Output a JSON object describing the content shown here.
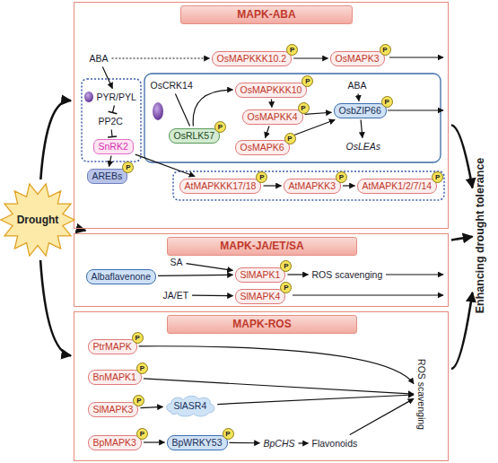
{
  "diagram": {
    "nodes": [
      {
        "text": [
          "MAPK-ABA"
        ]
      },
      {
        "text": [
          "ABA"
        ],
        "in": 0
      },
      {
        "text": [
          "OsMAPKKK10.2"
        ],
        "in": 0
      },
      {
        "text": [
          "OsMAPK3"
        ],
        "in": 0
      },
      {
        "text": [
          "PYR/PYL"
        ],
        "in": 0
      },
      {
        "text": [
          "PP2C"
        ],
        "in": 0
      },
      {
        "text": [
          "SnRK2"
        ],
        "in": 0
      },
      {
        "text": [
          "OsCRK14"
        ],
        "in": 0
      },
      {
        "text": [
          "OsRLK57"
        ],
        "in": 0
      },
      {
        "text": [
          "OsMAPKKK10"
        ],
        "in": 0
      },
      {
        "text": [
          "OsMAPKK4"
        ],
        "in": 0
      },
      {
        "text": [
          "OsMAPK6"
        ],
        "in": 0
      },
      {
        "text": [
          "ABA"
        ],
        "in": 0
      },
      {
        "text": [
          "OsbZIP66"
        ],
        "in": 0
      },
      {
        "text": [
          "OsLEAs"
        ],
        "in": 0
      },
      {
        "text": [
          "AREBs"
        ],
        "in": 0
      },
      {
        "text": [
          "AtMAPKKK17/18"
        ],
        "in": 0
      },
      {
        "text": [
          "AtMAPKK3"
        ],
        "in": 0
      },
      {
        "text": [
          "AtMAPK1/2/7/14"
        ],
        "in": 0
      },
      {
        "text": [
          "MAPK-JA/ET/SA"
        ]
      },
      {
        "text": [
          "SA"
        ],
        "in": 19
      },
      {
        "text": [
          "Albaflavenone"
        ],
        "in": 19
      },
      {
        "text": [
          "SlMAPK1"
        ],
        "in": 19
      },
      {
        "text": [
          "ROS scavenging"
        ],
        "in": 19
      },
      {
        "text": [
          "JA/ET"
        ],
        "in": 19
      },
      {
        "text": [
          "SlMAPK4"
        ],
        "in": 19
      },
      {
        "text": [
          "MAPK-ROS"
        ]
      },
      {
        "text": [
          "PtrMAPK"
        ],
        "in": 26
      },
      {
        "text": [
          "BnMAPK1"
        ],
        "in": 26
      },
      {
        "text": [
          "SlMAPK3"
        ],
        "in": 26
      },
      {
        "text": [
          "SlASR4"
        ],
        "in": 26
      },
      {
        "text": [
          "BpMAPK3"
        ],
        "in": 26
      },
      {
        "text": [
          "BpWRKY53"
        ],
        "in": 26
      },
      {
        "text": [
          "BpCHS"
        ],
        "in": 26
      },
      {
        "text": [
          "Flavonoids"
        ],
        "in": 26
      },
      {
        "text": [
          "ROS scavenging"
        ],
        "in": 26
      },
      {
        "text": [
          "Drought"
        ]
      },
      {
        "text": [
          "Enhancing drought tolerance"
        ]
      }
    ],
    "edges": [
      {
        "from": 1,
        "to": 2,
        "arrow": "to"
      },
      {
        "from": 2,
        "to": 3,
        "arrow": "to"
      },
      {
        "from": 1,
        "to": 4,
        "arrow": "to"
      },
      {
        "from": 4,
        "to": 5,
        "arrow": "to"
      },
      {
        "from": 5,
        "to": 6,
        "arrow": "to"
      },
      {
        "from": 6,
        "to": 15,
        "arrow": "to"
      },
      {
        "from": 6,
        "to": 16,
        "arrow": "to"
      },
      {
        "from": 7,
        "to": 8,
        "arrow": "none"
      },
      {
        "from": 8,
        "to": 9,
        "arrow": "to"
      },
      {
        "from": 9,
        "to": 10,
        "arrow": "to"
      },
      {
        "from": 10,
        "to": 11,
        "arrow": "to"
      },
      {
        "from": 10,
        "to": 13,
        "arrow": "to"
      },
      {
        "from": 11,
        "to": 13,
        "arrow": "to"
      },
      {
        "from": 12,
        "to": 13,
        "arrow": "to"
      },
      {
        "from": 13,
        "to": 14,
        "arrow": "to"
      },
      {
        "from": 16,
        "to": 17,
        "arrow": "to"
      },
      {
        "from": 17,
        "to": 18,
        "arrow": "to"
      },
      {
        "from": 20,
        "to": 22,
        "arrow": "to"
      },
      {
        "from": 21,
        "to": 22,
        "arrow": "to"
      },
      {
        "from": 22,
        "to": 23,
        "arrow": "to"
      },
      {
        "from": 24,
        "to": 25,
        "arrow": "to"
      },
      {
        "from": 29,
        "to": 30,
        "arrow": "to"
      },
      {
        "from": 31,
        "to": 32,
        "arrow": "to"
      },
      {
        "from": 32,
        "to": 33,
        "arrow": "to"
      },
      {
        "from": 33,
        "to": 34,
        "arrow": "to"
      },
      {
        "from": 27,
        "to": 35,
        "arrow": "to"
      },
      {
        "from": 28,
        "to": 35,
        "arrow": "to"
      },
      {
        "from": 30,
        "to": 35,
        "arrow": "to"
      },
      {
        "from": 34,
        "to": 35,
        "arrow": "to"
      },
      {
        "from": 36,
        "to": 0,
        "arrow": "to"
      },
      {
        "from": 36,
        "to": 19,
        "arrow": "to"
      },
      {
        "from": 36,
        "to": 26,
        "arrow": "to"
      },
      {
        "from": 0,
        "to": 37,
        "arrow": "to"
      },
      {
        "from": 19,
        "to": 37,
        "arrow": "to"
      },
      {
        "from": 26,
        "to": 37,
        "arrow": "to"
      }
    ],
    "labels": [
      "P",
      "P",
      "P",
      "P",
      "P",
      "P",
      "P",
      "P",
      "P",
      "P",
      "P",
      "P",
      "P",
      "P",
      "P",
      "P",
      "P",
      "P"
    ]
  }
}
